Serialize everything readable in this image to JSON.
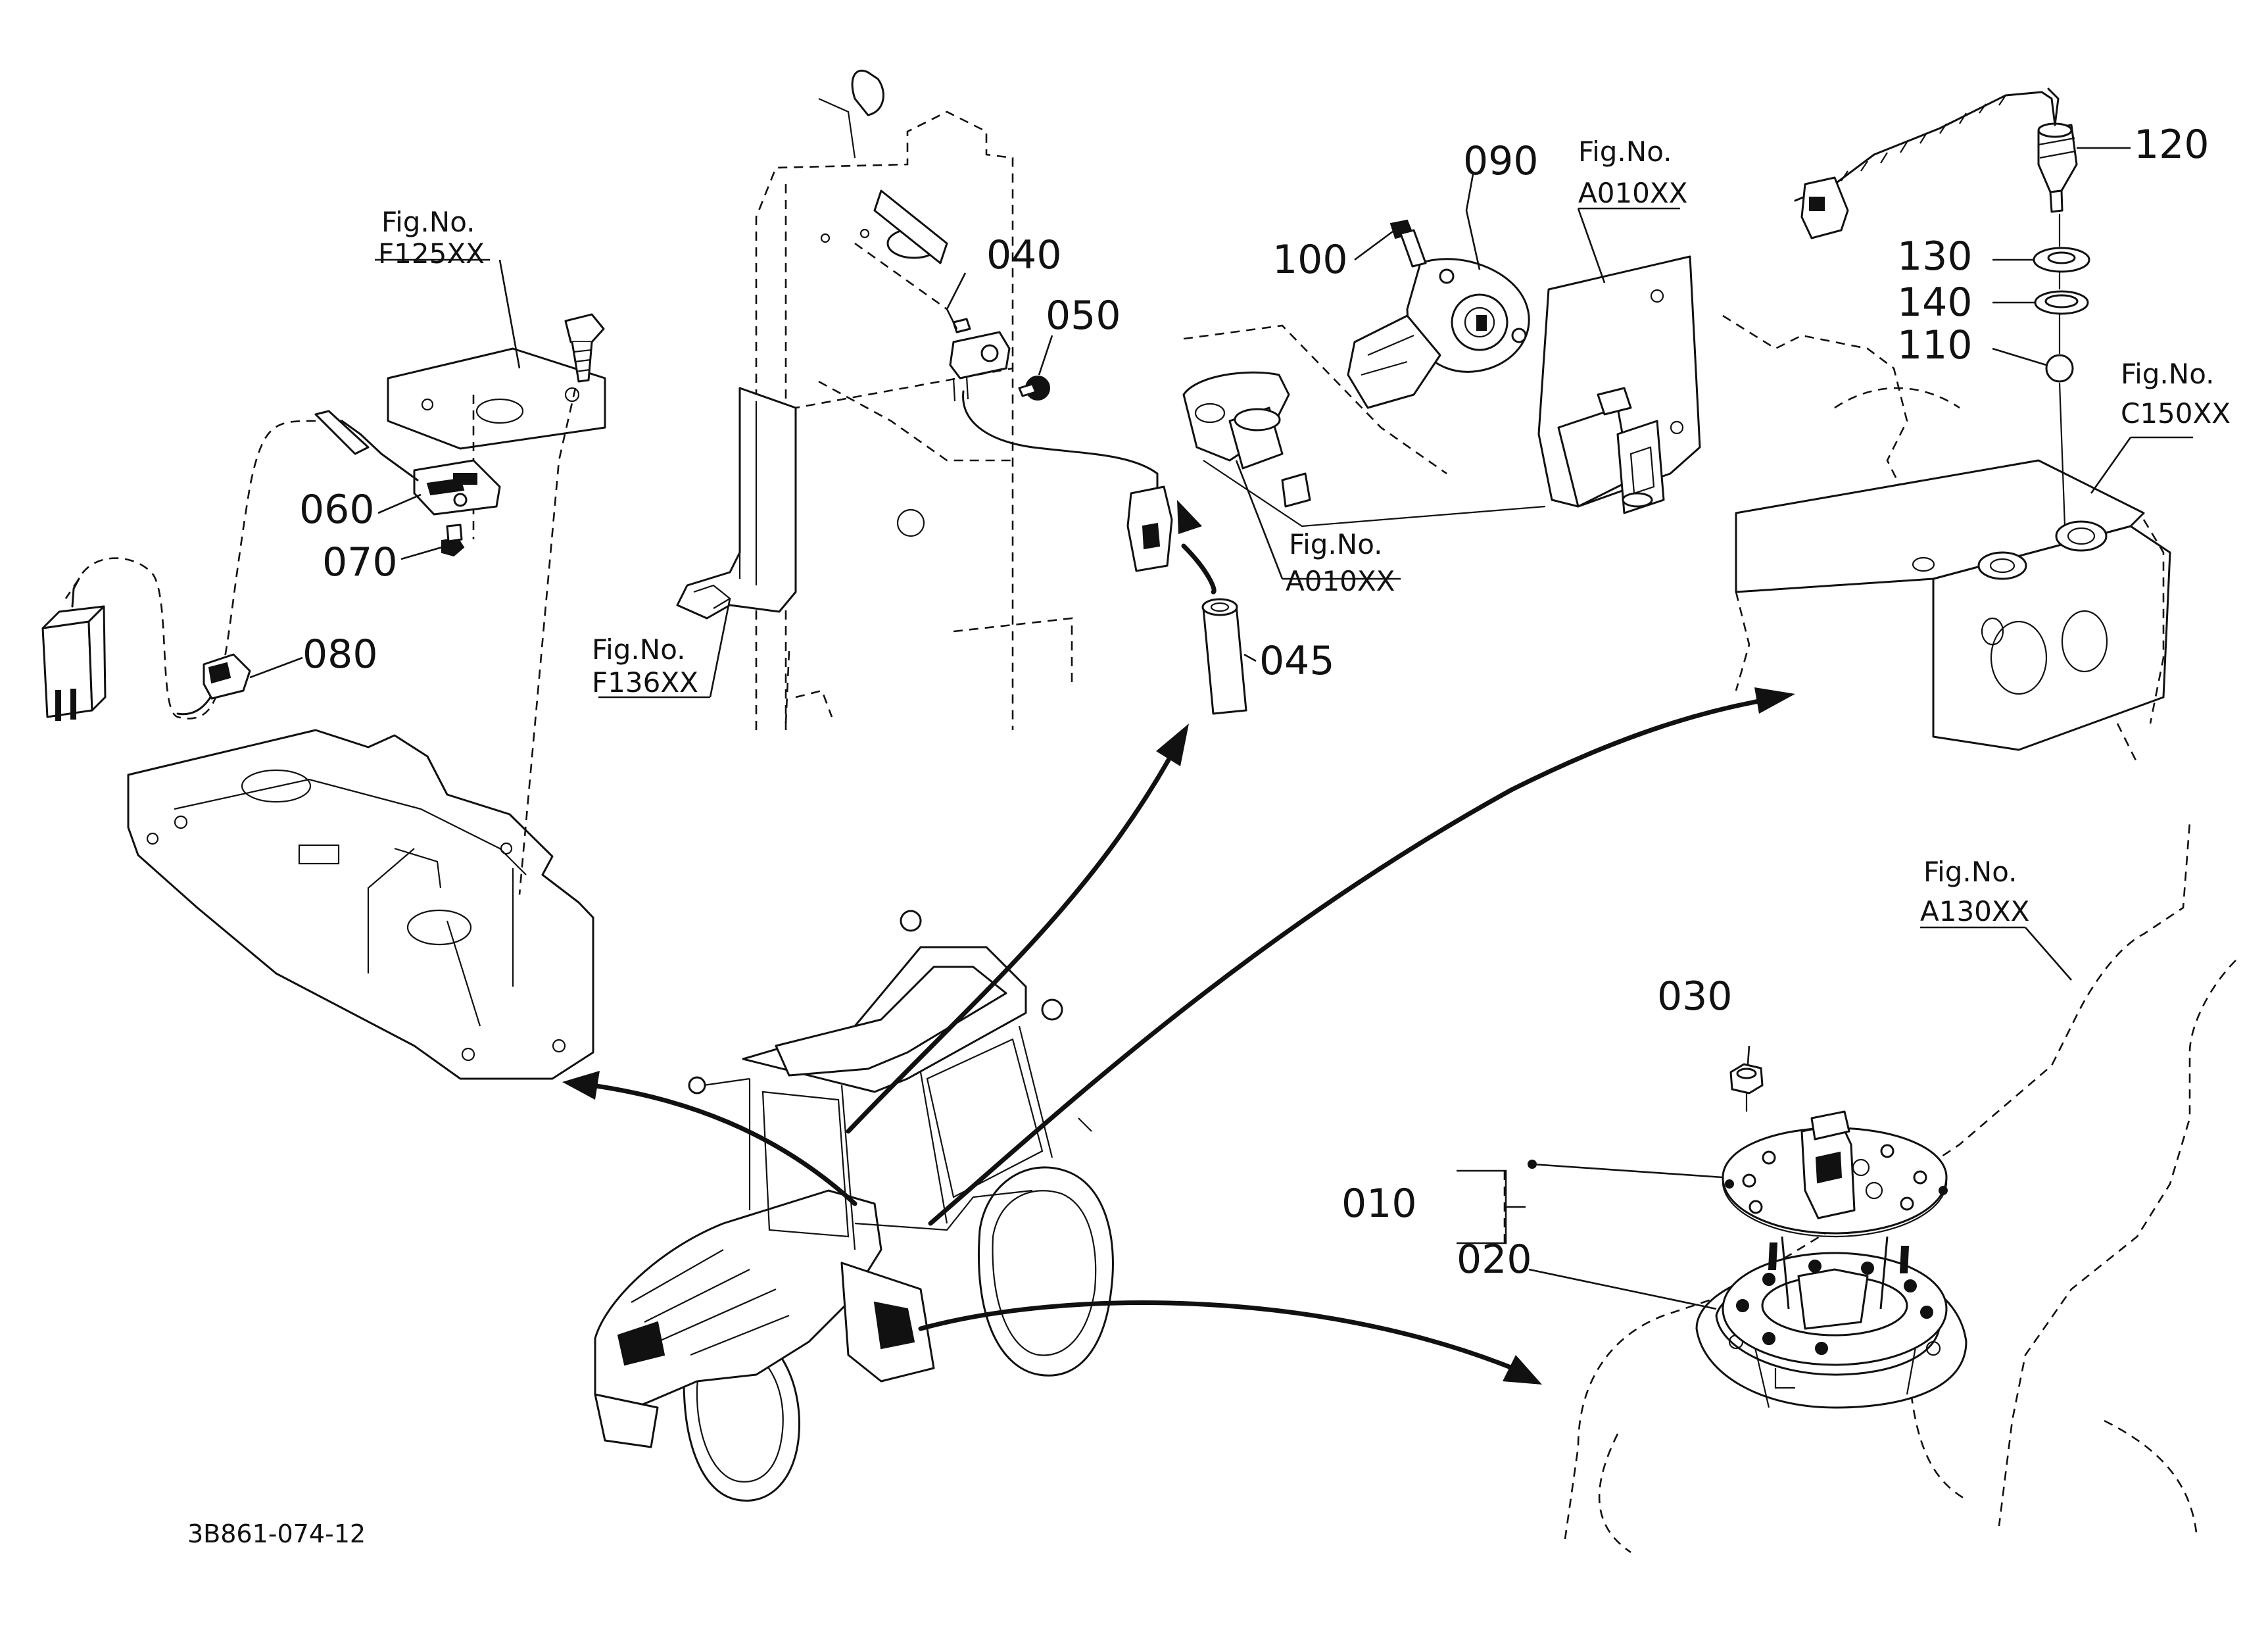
{
  "diagram": {
    "drawing_number": "3B861-074-12",
    "callouts": [
      {
        "id": "p010",
        "label": "010"
      },
      {
        "id": "p020",
        "label": "020"
      },
      {
        "id": "p030",
        "label": "030"
      },
      {
        "id": "p040",
        "label": "040"
      },
      {
        "id": "p045",
        "label": "045"
      },
      {
        "id": "p050",
        "label": "050"
      },
      {
        "id": "p060",
        "label": "060"
      },
      {
        "id": "p070",
        "label": "070"
      },
      {
        "id": "p080",
        "label": "080"
      },
      {
        "id": "p090",
        "label": "090"
      },
      {
        "id": "p100",
        "label": "100"
      },
      {
        "id": "p110",
        "label": "110"
      },
      {
        "id": "p120",
        "label": "120"
      },
      {
        "id": "p130",
        "label": "130"
      },
      {
        "id": "p140",
        "label": "140"
      }
    ],
    "figure_refs": [
      {
        "id": "f125",
        "title": "Fig.No.",
        "code": "F125XX"
      },
      {
        "id": "f136",
        "title": "Fig.No.",
        "code": "F136XX"
      },
      {
        "id": "a010a",
        "title": "Fig.No.",
        "code": "A010XX"
      },
      {
        "id": "a010b",
        "title": "Fig.No.",
        "code": "A010XX"
      },
      {
        "id": "c150",
        "title": "Fig.No.",
        "code": "C150XX"
      },
      {
        "id": "a130",
        "title": "Fig.No.",
        "code": "A130XX"
      }
    ]
  }
}
